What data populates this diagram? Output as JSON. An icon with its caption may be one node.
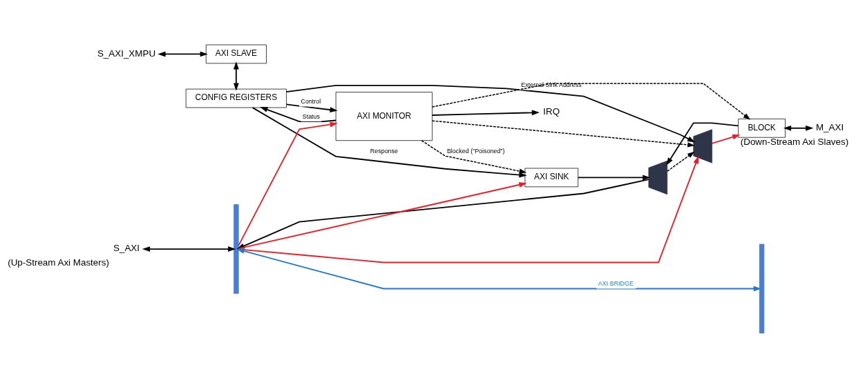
{
  "diagram": {
    "nodes": [
      {
        "text": [
          "S_AXI_XMPU"
        ]
      },
      {
        "text": [
          "AXI SLAVE"
        ]
      },
      {
        "text": [
          "CONFIG REGISTERS"
        ]
      },
      {
        "text": [
          "AXI MONITOR"
        ]
      },
      {
        "text": [
          "IRQ"
        ]
      },
      {
        "text": [
          "AXI SINK"
        ]
      },
      {
        "text": [],
        "shape": "trapezoid"
      },
      {
        "text": [],
        "shape": "bar"
      },
      {
        "text": [
          "S_AXI"
        ],
        "beside": [
          "(Up-Stream Axi Masters)"
        ]
      },
      {
        "text": [],
        "shape": "trapezoid"
      },
      {
        "text": [
          "BLOCK"
        ]
      },
      {
        "text": [],
        "shape": "bar"
      },
      {
        "text": [
          "M_AXI"
        ],
        "beside": [
          "(Down-Stream Axi Slaves)"
        ]
      }
    ],
    "edges": [
      {
        "from": 0,
        "to": 1,
        "arrow": "both"
      },
      {
        "from": 1,
        "to": 2,
        "arrow": "both"
      },
      {
        "from": 2,
        "to": 3,
        "arrow": "to",
        "label": "Control"
      },
      {
        "from": 3,
        "to": 2,
        "arrow": "to",
        "label": "Status"
      },
      {
        "from": 3,
        "to": 4,
        "arrow": "to"
      },
      {
        "from": 2,
        "to": 5,
        "arrow": "to",
        "label": "Response"
      },
      {
        "from": 2,
        "to": 9,
        "arrow": "to",
        "label": "External Sink Address"
      },
      {
        "from": 3,
        "to": 5,
        "arrow": "to",
        "label": "Blocked (“Poisoned”)",
        "style": "dashed"
      },
      {
        "from": 3,
        "to": 10,
        "arrow": "to",
        "style": "dashed"
      },
      {
        "from": 3,
        "to": 9,
        "arrow": "to",
        "style": "dashed"
      },
      {
        "from": 6,
        "to": 9,
        "arrow": "to",
        "style": "dashed"
      },
      {
        "from": 5,
        "to": 6,
        "arrow": "to"
      },
      {
        "from": 10,
        "to": 6,
        "arrow": "to"
      },
      {
        "from": 6,
        "to": 7,
        "arrow": "to"
      },
      {
        "from": 8,
        "to": 7,
        "arrow": "both"
      },
      {
        "from": 7,
        "to": 9,
        "arrow": "to",
        "color": "#ee1c25"
      },
      {
        "from": 7,
        "to": 5,
        "arrow": "to",
        "color": "#ee1c25"
      },
      {
        "from": 7,
        "to": 3,
        "arrow": "to",
        "color": "#ee1c25"
      },
      {
        "from": 9,
        "to": 10,
        "arrow": "to",
        "color": "#ee1c25"
      },
      {
        "from": 10,
        "to": 12,
        "arrow": "both"
      },
      {
        "from": 7,
        "to": 11,
        "arrow": "both",
        "label": "AXI BRIDGE",
        "color": "#1f7bd1"
      }
    ]
  }
}
